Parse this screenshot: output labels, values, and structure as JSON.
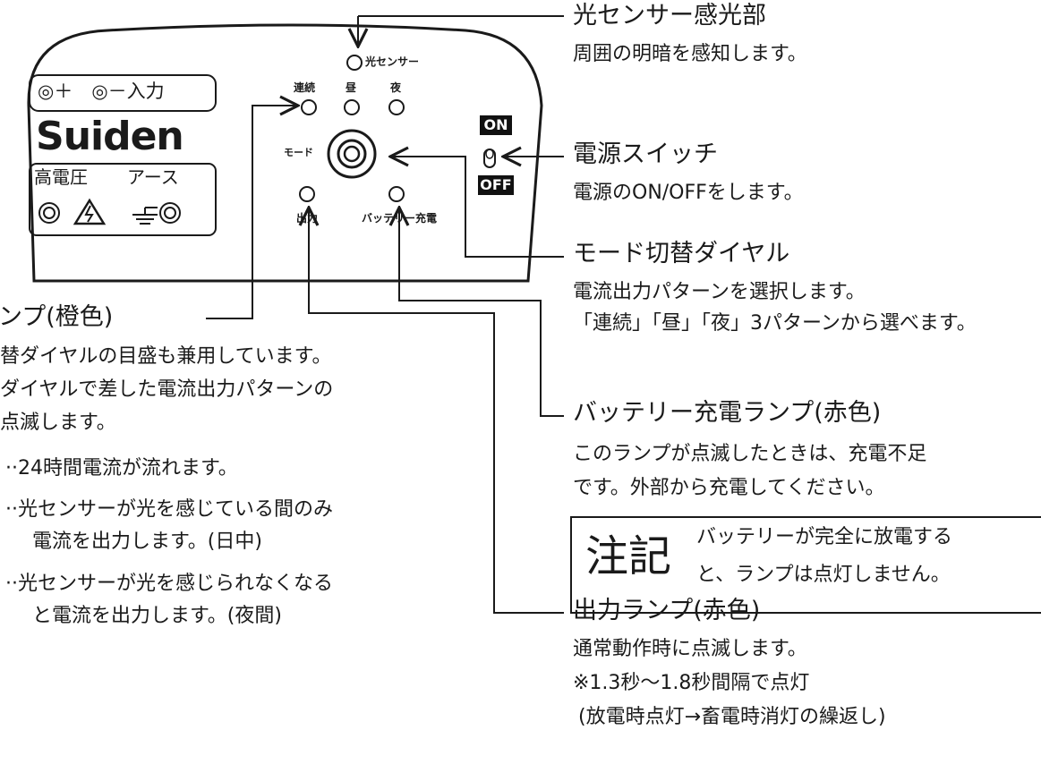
{
  "panel": {
    "terminals_top": "◎＋　◎－入力",
    "brand": "Suiden",
    "hv_label": "高電圧",
    "earth_label": "アース",
    "light_sensor": "光センサー",
    "lamp_continuous": "連続",
    "lamp_day": "昼",
    "lamp_night": "夜",
    "mode_label": "モード",
    "output_lamp": "出力",
    "battery_lamp": "バッテリー充電",
    "switch_on": "ON",
    "switch_off": "OFF"
  },
  "callouts": {
    "sensor_title": "光センサー感光部",
    "sensor_desc": "周囲の明暗を感知します。",
    "power_title": "電源スイッチ",
    "power_desc": "電源のON/OFFをします。",
    "mode_title": "モード切替ダイヤル",
    "mode_desc1": "電流出力パターンを選択します。",
    "mode_desc2": "「連続」「昼」「夜」3パターンから選べます。",
    "pattern_title": "ンプ(橙色)",
    "pattern_desc1": "替ダイヤルの目盛も兼用しています。",
    "pattern_desc2": "ダイヤルで差した電流出力パターンの",
    "pattern_desc3": "点滅します。",
    "pattern_item1": "··24時間電流が流れます。",
    "pattern_item2a": "··光センサーが光を感じている間のみ",
    "pattern_item2b": "電流を出力します。(日中)",
    "pattern_item3a": "··光センサーが光を感じられなくなる",
    "pattern_item3b": "と電流を出力します。(夜間)",
    "battery_title": "バッテリー充電ランプ(赤色)",
    "battery_desc1": "このランプが点滅したときは、充電不足",
    "battery_desc2": "です。外部から充電してください。",
    "note_label": "注記",
    "note_line1": "バッテリーが完全に放電する",
    "note_line2": "と、ランプは点灯しません。",
    "output_title": "出力ランプ(赤色)",
    "output_desc1": "通常動作時に点滅します。",
    "output_desc2": "※1.3秒～1.8秒間隔で点灯",
    "output_desc3": "(放電時点灯→畜電時消灯の繰返し)"
  }
}
